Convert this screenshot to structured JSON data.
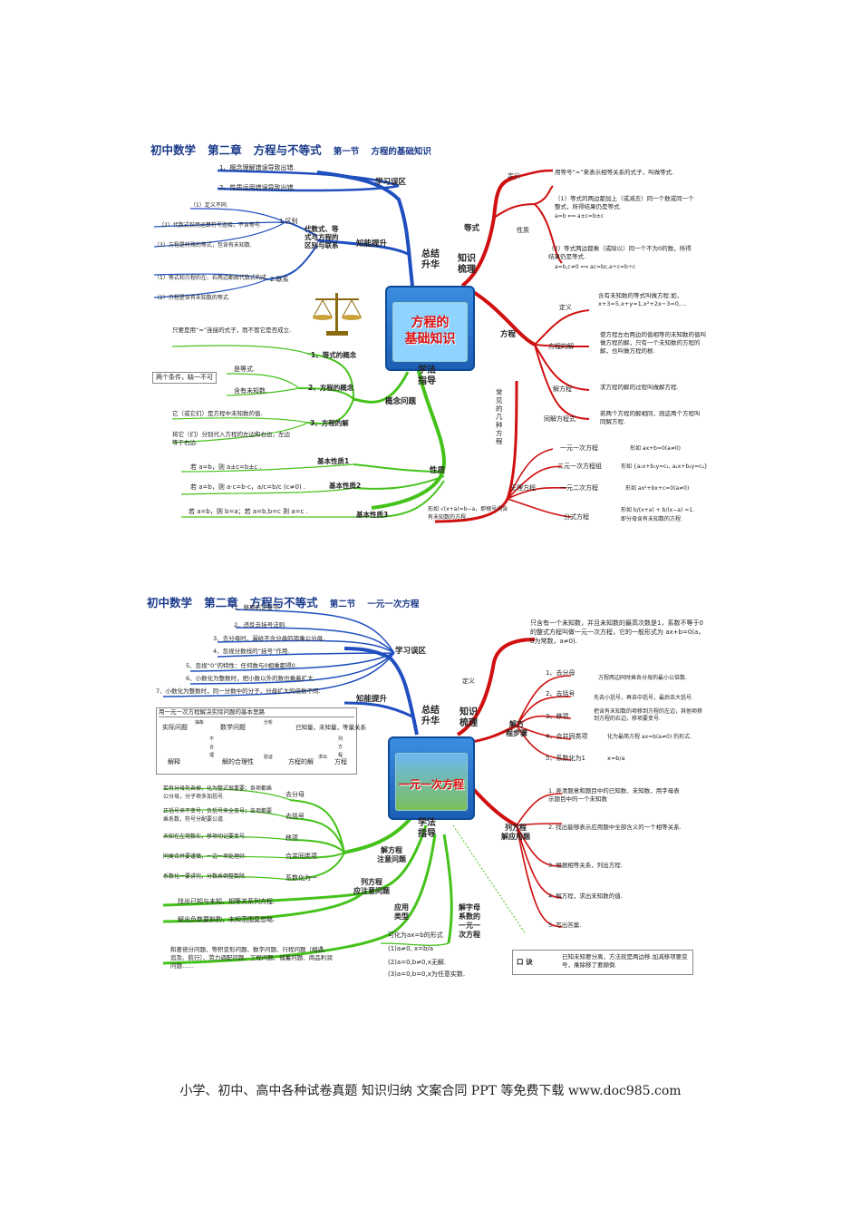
{
  "map1": {
    "header": {
      "course": "初中数学",
      "chapter": "第二章",
      "unit": "方程与不等式",
      "section": "第一节",
      "section_title": "方程的基础知识"
    },
    "badge_title": [
      "方程的",
      "基础知识"
    ],
    "center_labels": {
      "summary": "总结\n升华",
      "knowledge": "知识\n梳理",
      "method": "学法\n指导"
    },
    "left": {
      "mistakes_label": "学习误区",
      "mistakes": [
        "1、概念理解错误导致出错.",
        "2、性质运用错误导致出错."
      ],
      "improve_label": "知能提升",
      "relation_label": "代数式、等\n式与方程的\n区别与联系",
      "diff_label": "1.区别",
      "diff": [
        "（1）定义不同.",
        "（2）代数式仅用运算符号连接，不含等号.",
        "（3）方程是特殊的等式，包含有未知数."
      ],
      "link_label": "2.联系",
      "link": [
        "（1）等式和方程的左、右两边都由代数式构成.",
        "（2）方程是含有未知数的等式."
      ],
      "concept_label": "概念问题",
      "c1_label": "1、等式的概念",
      "c1_text": "只要是用“=”连接的式子，而不管它是否成立.",
      "c2_label": "2、方程的概念",
      "c2_a": "是等式.",
      "c2_b": "含有未知数.",
      "c2_cond": "两个条件，缺一不可",
      "c3_label": "3、方程的解",
      "c3_a": "它（或它们）是方程中未知数的值.",
      "c3_b": "将它（们）分别代入方程的左边和右边，左边等于右边.",
      "prop_label": "性质",
      "p1_label": "基本性质1",
      "p1": "若 a=b，则 a±c=b±c .",
      "p2_label": "基本性质2",
      "p2": "若 a=b，则 a·c=b·c，a/c=b/c (c≠0) .",
      "p3_label": "基本性质3",
      "p3": "若 a=b，则 b=a；若 a=b,b=c 则 a=c ."
    },
    "right": {
      "eq_label": "等式",
      "def_label": "定义",
      "def": "用等号“=”来表示相等关系的式子，叫做等式.",
      "nature_label": "性质",
      "n1": "（1）等式的两边都加上（或减去）同一个数或同一个整式，所得结果仍是等式.",
      "n1f": "a=b ⟺ a±c=b±c",
      "n2": "（2）等式两边都乘（或除以）同一个不为0的数，所得结果仍是等式.",
      "n2f": "a=b,c≠0 ⟺ ac=bc,a÷c=b÷c",
      "fc_label": "方程",
      "fdef_label": "定义",
      "fdef": "含有未知数的等式叫做方程.如，x+3=5,x+y=1,x²+2x−3=0,…",
      "sol_label": "方程的解",
      "sol": "使方程左右两边的值相等的未知数的值叫做方程的解，只有一个未知数的方程的解，也叫做方程的根.",
      "solve_label": "解方程",
      "solve": "求方程的解的过程叫做解方程.",
      "same_label": "同解方程式",
      "same": "若两个方程的解相同，则这两个方程叫同解方程.",
      "kinds_label": "常见的几种方程",
      "k1_label": "一元一次方程",
      "k1": "形如 ax+b=0(a≠0)",
      "k2_label": "二元一次方程组",
      "k2": "形如 {a₁x+b₁y=c₁, a₂x+b₂y=c₂}",
      "k3_label": "一元二次方程",
      "k3": "形如 ax²+bx+c=0(a≠0)",
      "k4_label": "分式方程",
      "k4": "形如 b/(x+a) + b/(x−a) =1.",
      "k4b": "即分母含有未知数的方程.",
      "irr_label": "无理方程",
      "irr": "形如 √(x+a)=b−a，即根号内含有未知数的方程."
    }
  },
  "map2": {
    "header": {
      "course": "初中数学",
      "chapter": "第二章",
      "unit": "方程与不等式",
      "section": "第二节",
      "section_title": "一元一次方程"
    },
    "badge_title": "一元一次方程",
    "center_labels": {
      "summary": "总结\n升华",
      "knowledge": "知识\n梳理",
      "method": "学法\n指导"
    },
    "left": {
      "mistakes_label": "学习误区",
      "mistakes": [
        "1、移项忘记变号.",
        "2、违反去括号法则.",
        "3、去分母时，漏给不含分母的项乘公分母.",
        "4、忽视分数线的“括号”作用.",
        "5、忽视“0”的特性：任何数与0相乘都得0.",
        "6、小数化为整数时，把小数以外的数也乘着扩大.",
        "7、小数化为整数时，同一分数中的分子，分母扩大的倍数不同."
      ],
      "improve_label": "知能提升",
      "flow_title": "用一元一次方程解决实际问题的基本思路",
      "flow": {
        "a": "实际问题",
        "ab": "抽象",
        "b": "数学问题",
        "bc": "分析",
        "c": "已知量，未知量，等量关系",
        "cd": "列方程",
        "d": "方程",
        "de": "求出",
        "e": "方程的解",
        "ef": "验证",
        "f": "解的合理性",
        "fg": "不合理",
        "g": "解释"
      },
      "notice_label": "解方程\n注意问题",
      "n1_label": "去分母",
      "n1": "若有分母先去掉，化为整式很重要；各项都乘公分母，分子项多加括号.",
      "n2_label": "去括号",
      "n2": "正括号来不变号，负括号来全变号；各项都要乘系数，符号分配要公道.",
      "n3_label": "移项",
      "n3": "未知在左常数右，移项切记要变号.",
      "n4_label": "合并同类项",
      "n4": "同类合并要谨慎，一边一项处理好.",
      "n5_label": "系数化为一",
      "n5": "系数化一要讲究，分数乘倒整数除.",
      "list_label": "列方程\n应注意问题",
      "l1": "找出已知与未知，相等关系列方程.",
      "l2": "解出负数要斟酌，未知范围莫忽略.",
      "app_label": "应用\n类型",
      "app": "和差倍分问题、等积变形问题、数字问题、行程问题（相遇、追及、航行）、劳力调配问题、工程问题、储蓄问题、商品利润问题……",
      "letter_label": "解字母系数的一元一次方程",
      "letter_head": "可化为ax=b的形式",
      "letter": [
        "(1)a≠0, x=b/a",
        "(2)a=0,b≠0,x无解.",
        "(3)a=0,b=0,x为任意实数."
      ]
    },
    "right": {
      "def_label": "定义",
      "def": "只含有一个未知数，并且未知数的最高次数是1，系数不等于0的整式方程叫做一元一次方程，它的一般形式为 ax+b=0(a，b为常数，a≠0).",
      "steps_label": "解方\n程步骤",
      "s1_label": "1、去分母",
      "s1": "方程两边同时乘各分母的最小公倍数.",
      "s2_label": "2、去括号",
      "s2": "先去小括号，再去中括号，最后去大括号.",
      "s3_label": "3、移项",
      "s3": "把含有未知数的项移到方程的左边，其他项移到方程的右边，移项要变号.",
      "s4_label": "4、合并同类项",
      "s4": "化为最简方程 ax=b(a≠0) 的形式.",
      "s5_label": "5、系数化为1",
      "s5": "x=b/a",
      "app_label": "列方程\n解应用题",
      "a1": "1. 弄清题意和题目中的已知数、未知数，用字母表示题目中的一个未知数",
      "a2": "2. 找出能够表示应用题中全部含义的一个相等关系.",
      "a3": "3. 根据相等关系，列出方程.",
      "a4": "4. 解方程，求出未知数的值.",
      "a5": "5. 写出答案.",
      "tip_label": "口 诀",
      "tip": "已知未知要分离，方法就是两边移.加减移项要变号，乘除移了要颠倒."
    }
  },
  "footer": "小学、初中、高中各种试卷真题 知识归纳 文案合同 PPT 等免费下载  www.doc985.com",
  "colors": {
    "blue": "#1f4fbf",
    "red": "#d01010",
    "green": "#44c21a",
    "header": "#1a3a8a"
  }
}
